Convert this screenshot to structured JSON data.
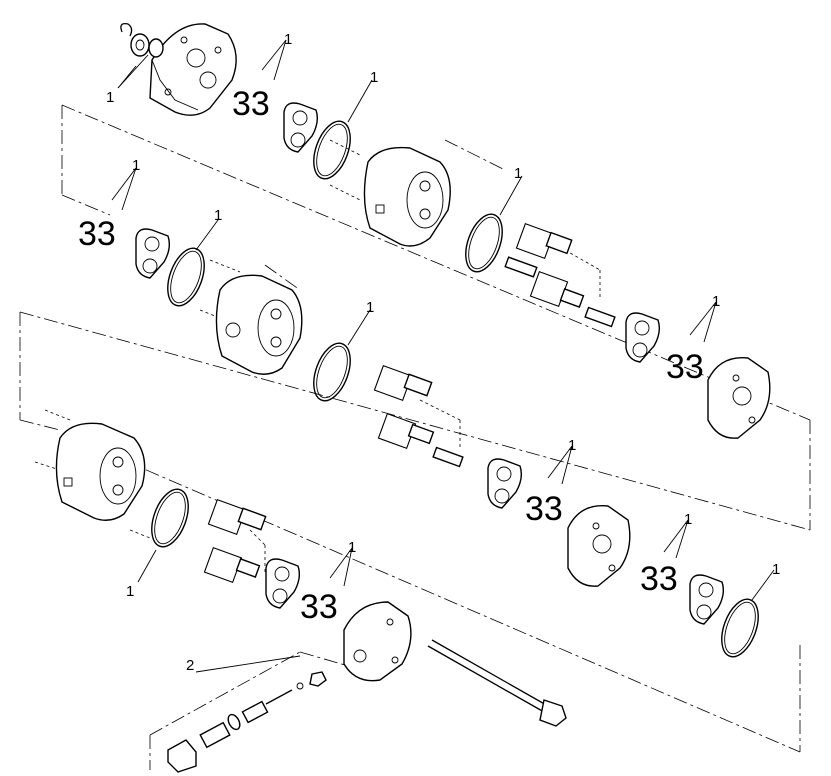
{
  "callouts": [
    {
      "id": "c1",
      "text": "1"
    },
    {
      "id": "c2",
      "text": "1"
    },
    {
      "id": "c3",
      "text": "1"
    },
    {
      "id": "c4",
      "text": "1"
    },
    {
      "id": "c5",
      "text": "1"
    },
    {
      "id": "c6",
      "text": "1"
    },
    {
      "id": "c7",
      "text": "1"
    },
    {
      "id": "c8",
      "text": "1"
    },
    {
      "id": "c9",
      "text": "1"
    },
    {
      "id": "c10",
      "text": "1"
    },
    {
      "id": "c11",
      "text": "1"
    },
    {
      "id": "c12",
      "text": "1"
    },
    {
      "id": "c13",
      "text": "1"
    },
    {
      "id": "c14",
      "text": "1"
    },
    {
      "id": "c15",
      "text": "2"
    }
  ],
  "colors": {
    "line": "#000000",
    "background": "#ffffff"
  }
}
